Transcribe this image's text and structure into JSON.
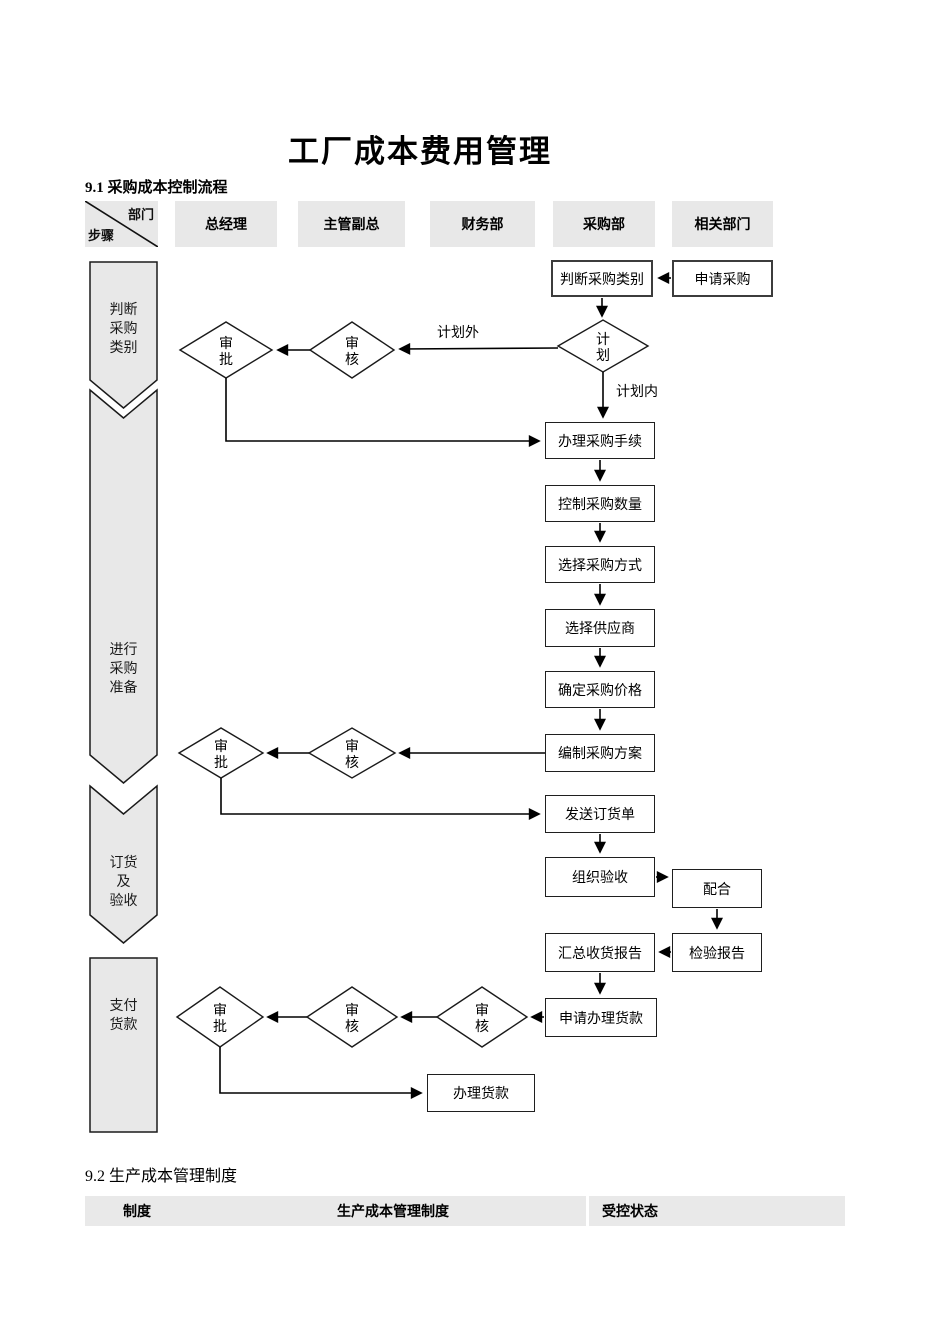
{
  "title": "工厂成本费用管理",
  "section1": {
    "heading": "9.1 采购成本控制流程"
  },
  "header": {
    "corner": {
      "dept": "部门",
      "step": "步骤"
    },
    "columns": [
      "总经理",
      "主管副总",
      "财务部",
      "采购部",
      "相关部门"
    ]
  },
  "stages": [
    [
      "判断",
      "采购",
      "类别"
    ],
    [
      "进行",
      "采购",
      "准备"
    ],
    [
      "订货",
      "及",
      "验收"
    ],
    [
      "支付",
      "货款"
    ]
  ],
  "flow": {
    "labels": {
      "judge_type": "判断采购类别",
      "apply_purchase": "申请采购",
      "handle_procedure": "办理采购手续",
      "control_qty": "控制采购数量",
      "choose_method": "选择采购方式",
      "choose_supplier": "选择供应商",
      "set_price": "确定采购价格",
      "make_plan": "编制采购方案",
      "send_order": "发送订货单",
      "organize_accept": "组织验收",
      "cooperate": "配合",
      "summary_report": "汇总收货报告",
      "inspect_report": "检验报告",
      "apply_payment": "申请办理货款",
      "handle_payment": "办理货款"
    },
    "diamonds": {
      "plan": [
        "计",
        "划"
      ],
      "review": [
        "审",
        "核"
      ],
      "approve": [
        "审",
        "批"
      ]
    },
    "edge_labels": {
      "out_of_plan": "计划外",
      "in_plan": "计划内"
    }
  },
  "section2": {
    "heading": "9.2 生产成本管理制度",
    "table": {
      "col1": "制度",
      "col2": "生产成本管理制度",
      "col3": "受控状态"
    }
  },
  "colors": {
    "cell_bg": "#e8e8e8",
    "shape_fill": "#ffffff",
    "line": "#000000"
  }
}
